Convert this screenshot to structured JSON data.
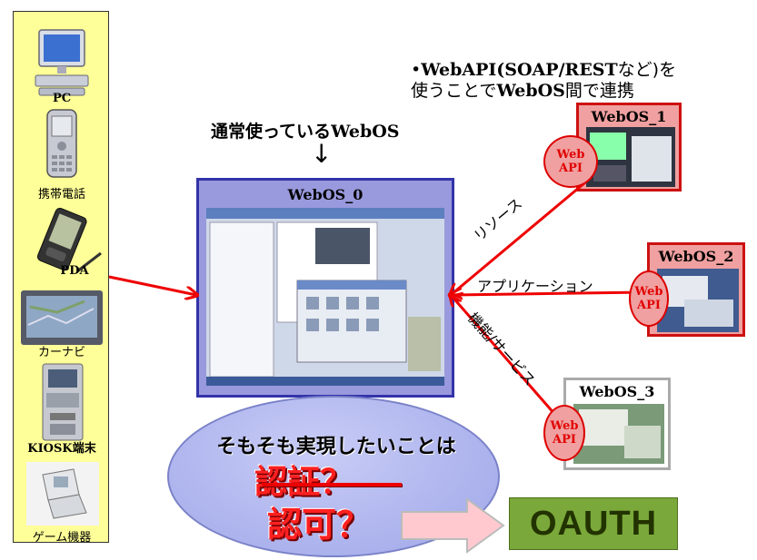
{
  "devices": [
    {
      "label": "PC",
      "icon": "pc-icon"
    },
    {
      "label": "携帯電話",
      "icon": "mobile-phone-icon"
    },
    {
      "label": "PDA",
      "icon": "pda-icon"
    },
    {
      "label": "カーナビ",
      "icon": "car-navigation-icon"
    },
    {
      "label": "KIOSK端末",
      "icon": "kiosk-terminal-icon"
    },
    {
      "label": "ゲーム機器",
      "icon": "game-console-icon"
    }
  ],
  "note": {
    "line1_bullet": "•",
    "line1_bold": "WebAPI(SOAP/REST",
    "line1_rest": "など)を",
    "line2_pre": "使うことで",
    "line2_bold": "WebOS",
    "line2_post": "間で連携"
  },
  "usual": {
    "text": "通常使っている",
    "bold": "WebOS",
    "arrow": "↓"
  },
  "webos": {
    "main": "WebOS_0",
    "w1": "WebOS_1",
    "w2": "WebOS_2",
    "w3": "WebOS_3"
  },
  "api_bubble": {
    "line1": "Web",
    "line2": "API"
  },
  "arrows": {
    "resource": "リソース",
    "application": "アプリケーション",
    "function": "機能/サービス"
  },
  "question": {
    "heading": "そもそも実現したいことは",
    "auth": "認証？",
    "authz": "認可？"
  },
  "oauth": {
    "label": "OAUTH"
  },
  "colors": {
    "panel": "#ffff99",
    "webos_frame": "#3333aa",
    "webos_bg": "#9999dd",
    "red": "#ee0000",
    "ellipse": "#aab0ee",
    "oauth_bg": "#7aa83a",
    "oauth_text": "#223300"
  }
}
